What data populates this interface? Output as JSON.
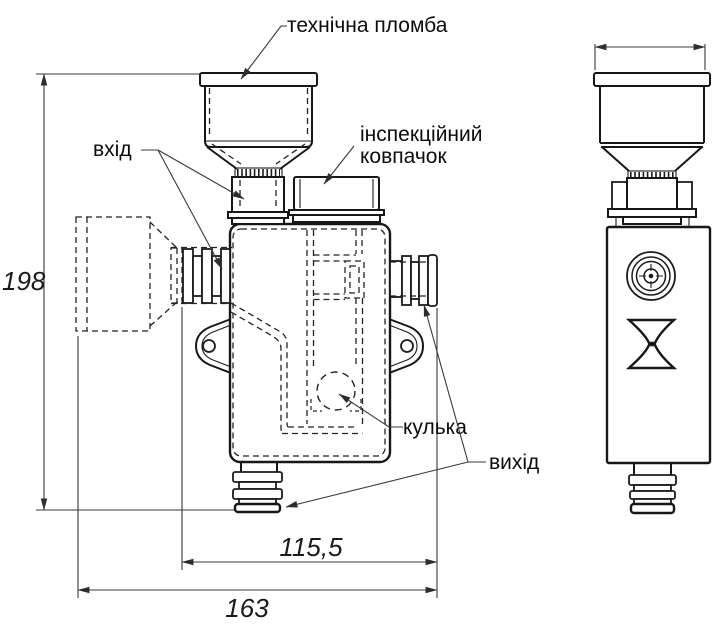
{
  "drawing": {
    "labels": {
      "technical_seal": "технічна пломба",
      "inlet": "вхід",
      "inspection_cap_line1": "інспекційний",
      "inspection_cap_line2": "ковпачок",
      "ball": "кулька",
      "outlet": "вихід"
    },
    "dimensions": {
      "height": "198",
      "width_inner": "115,5",
      "width_total": "163"
    },
    "colors": {
      "line": "#1c1c1c",
      "thin_line": "#3a3a3a",
      "background": "#ffffff"
    }
  }
}
